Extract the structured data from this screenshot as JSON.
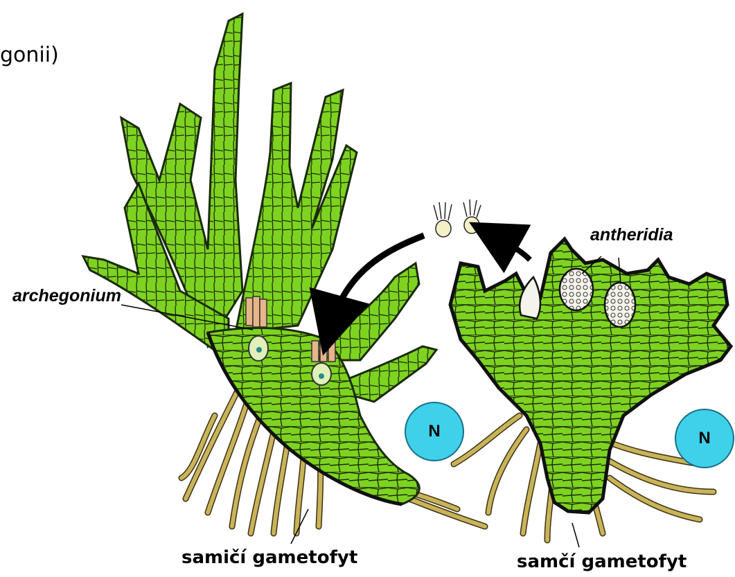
{
  "labels": {
    "cutoff_text": "gonii)",
    "archegonium": "archegonium",
    "antheridia": "antheridia",
    "female_gametophyte": "samičí gametofyt",
    "male_gametophyte": "samčí gametofyt"
  },
  "badges": {
    "left": "N",
    "right": "N"
  },
  "colors": {
    "thallus": "#7ed321",
    "cell_lines": "#1a2a0a",
    "rhizoids": "#c9b35a",
    "archegonium": "#e8b48a",
    "badge": "#3fd0ea"
  }
}
